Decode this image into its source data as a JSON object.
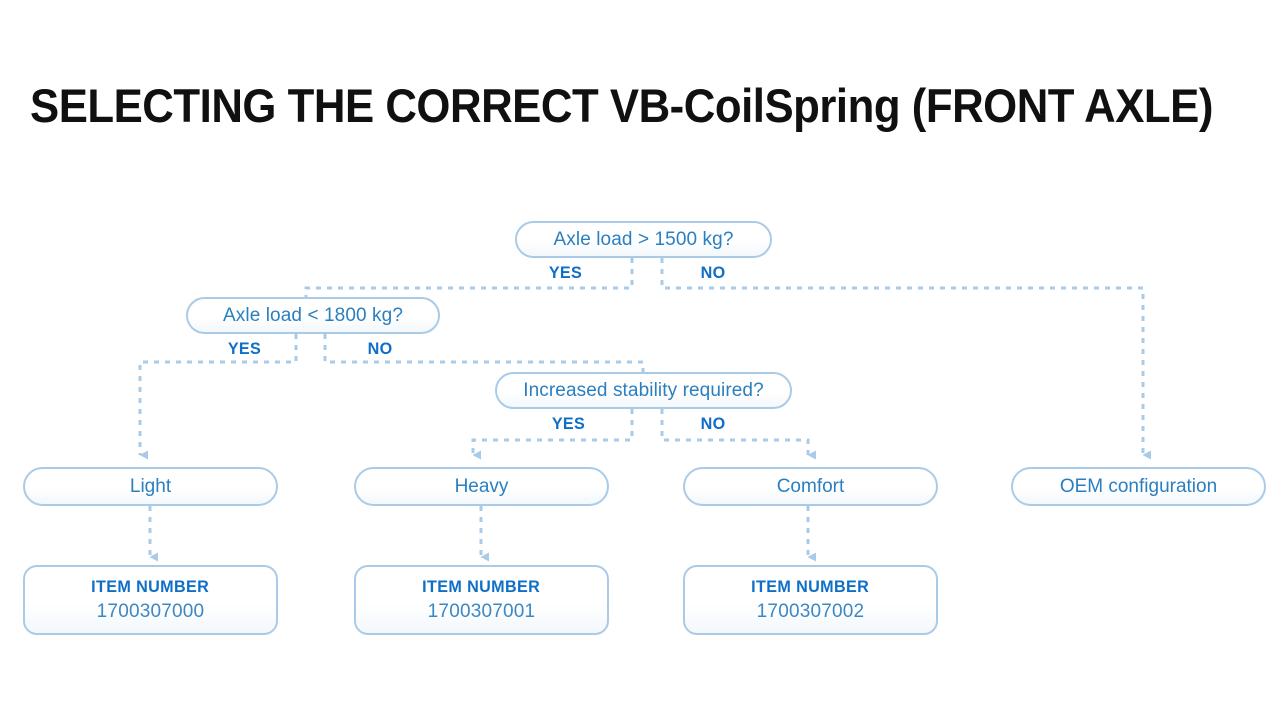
{
  "title": "SELECTING THE CORRECT VB-CoilSpring (FRONT AXLE)",
  "colors": {
    "node_border": "#a9cbe8",
    "node_text": "#2a7fc0",
    "branch_label": "#0f6fc6",
    "connector": "#a9cbe8",
    "title": "#101010",
    "background": "#ffffff"
  },
  "decisions": [
    {
      "id": "axle-load-gt-1500",
      "question": "Axle load > 1500 kg?",
      "yes_label": "YES",
      "no_label": "NO"
    },
    {
      "id": "axle-load-lt-1800",
      "question": "Axle load < 1800 kg?",
      "yes_label": "YES",
      "no_label": "NO"
    },
    {
      "id": "increased-stability",
      "question": "Increased stability required?",
      "yes_label": "YES",
      "no_label": "NO"
    }
  ],
  "results": [
    {
      "id": "light",
      "label": "Light"
    },
    {
      "id": "heavy",
      "label": "Heavy"
    },
    {
      "id": "comfort",
      "label": "Comfort"
    },
    {
      "id": "oem",
      "label": "OEM configuration"
    }
  ],
  "item_boxes": [
    {
      "id": "item-light",
      "label": "ITEM NUMBER",
      "value": "1700307000"
    },
    {
      "id": "item-heavy",
      "label": "ITEM NUMBER",
      "value": "1700307001"
    },
    {
      "id": "item-comfort",
      "label": "ITEM NUMBER",
      "value": "1700307002"
    }
  ]
}
